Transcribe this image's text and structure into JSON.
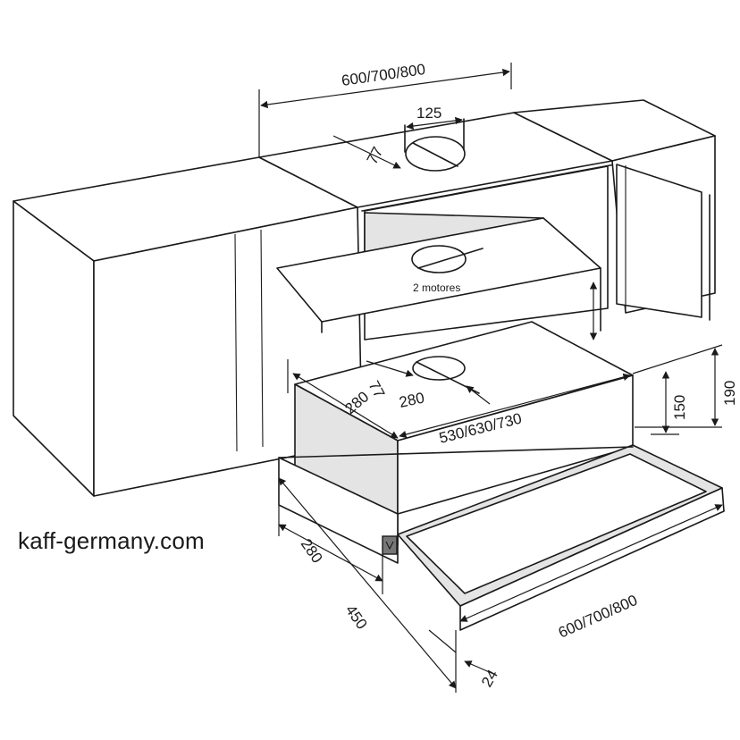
{
  "watermark": "kaff-germany.com",
  "labels": {
    "cabinet_width": "600/700/800",
    "duct_diameter": "125",
    "duct_offset": "77",
    "motor_note": "2 motores",
    "outlet_offset": "77",
    "outlet_depth": "280",
    "outlet_side": "280",
    "inner_width": "530/630/730",
    "body_height": "150",
    "total_height": "190",
    "front_depth": "280",
    "total_depth": "450",
    "front_width": "600/700/800",
    "visor_thickness": "24"
  }
}
